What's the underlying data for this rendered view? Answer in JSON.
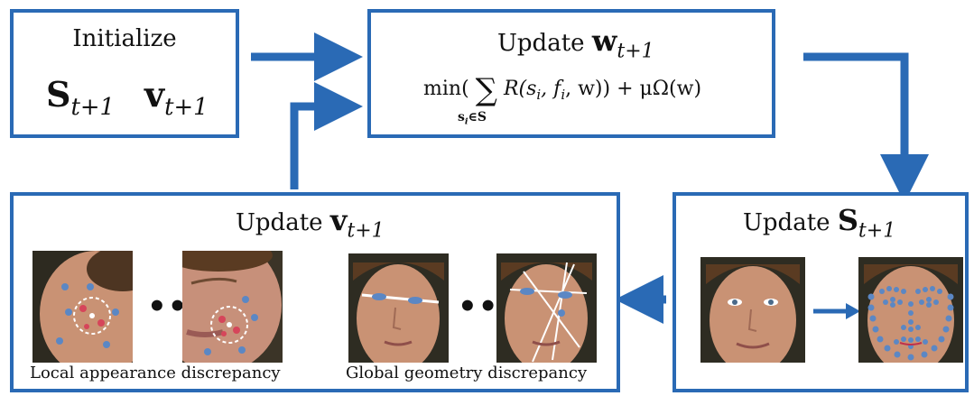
{
  "colors": {
    "border": "#2a6ab5",
    "arrow": "#2a6ab5",
    "skin": "#c99274",
    "hair": "#5a3b22",
    "bg_dark": "#3a3a2a",
    "landmark": "#5b87c4"
  },
  "initialize": {
    "title": "Initialize",
    "s_var": "S",
    "v_var": "v",
    "sub": "t+1"
  },
  "update_w": {
    "title": "Update",
    "var": "w",
    "sub": "t+1",
    "formula_min": "min(",
    "formula_sum": "∑",
    "formula_under": "s",
    "formula_under_sub": "i",
    "formula_under_rest": "∈S",
    "formula_body": "R(s",
    "formula_body_sub": "i",
    "formula_body_rest": ", f",
    "formula_f_sub": "i",
    "formula_tail": ", w)) + μΩ(w)"
  },
  "update_v": {
    "title": "Update",
    "var": "v",
    "sub": "t+1",
    "ellipsis": "•••",
    "caption_local": "Local appearance discrepancy",
    "caption_global": "Global geometry discrepancy"
  },
  "update_s": {
    "title": "Update",
    "var": "S",
    "sub": "t+1"
  },
  "icons": [
    "arrow-right-icon",
    "arrow-down-icon",
    "arrow-left-icon",
    "arrow-up-right-icon",
    "face-photo"
  ]
}
